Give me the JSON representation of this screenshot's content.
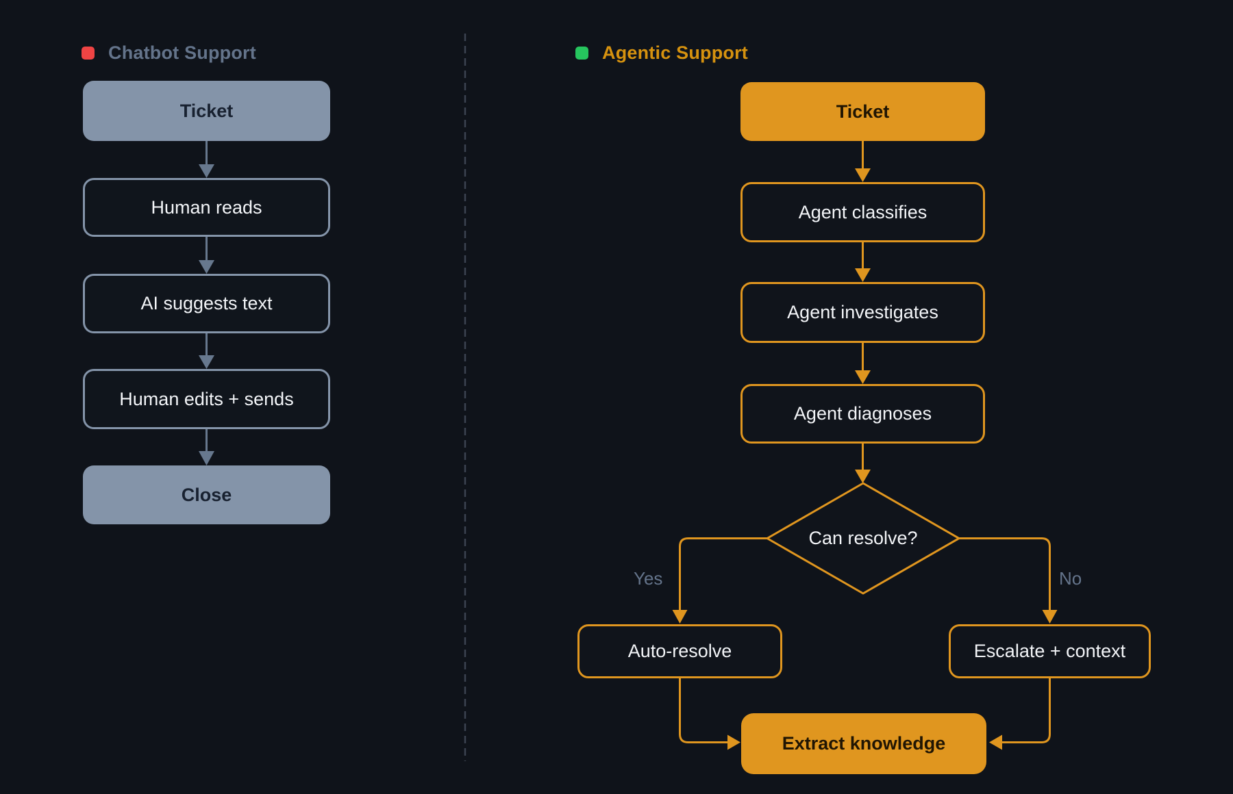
{
  "diagram": {
    "left": {
      "legend_label": "Chatbot Support",
      "nodes": {
        "ticket": "Ticket",
        "human_reads": "Human reads",
        "ai_suggests": "AI suggests text",
        "human_edits": "Human edits + sends",
        "close": "Close"
      }
    },
    "right": {
      "legend_label": "Agentic Support",
      "nodes": {
        "ticket": "Ticket",
        "classifies": "Agent classifies",
        "investigates": "Agent investigates",
        "diagnoses": "Agent diagnoses",
        "decision": "Can resolve?",
        "auto_resolve": "Auto-resolve",
        "escalate": "Escalate + context",
        "extract": "Extract knowledge"
      },
      "branch_labels": {
        "yes": "Yes",
        "no": "No"
      }
    },
    "colors": {
      "background": "#0f131a",
      "slate_node": "#8494a9",
      "slate_arrow": "#67788e",
      "slate_node_text": "#182130",
      "light_text": "#f3f5f8",
      "orange": "#e0961f",
      "orange_node_text": "#201503",
      "legend_red": "#ef4444",
      "legend_green": "#26c55e",
      "legend_gray_text": "#64748b",
      "legend_orange_text": "#d6920f",
      "divider": "#3b4350"
    }
  }
}
